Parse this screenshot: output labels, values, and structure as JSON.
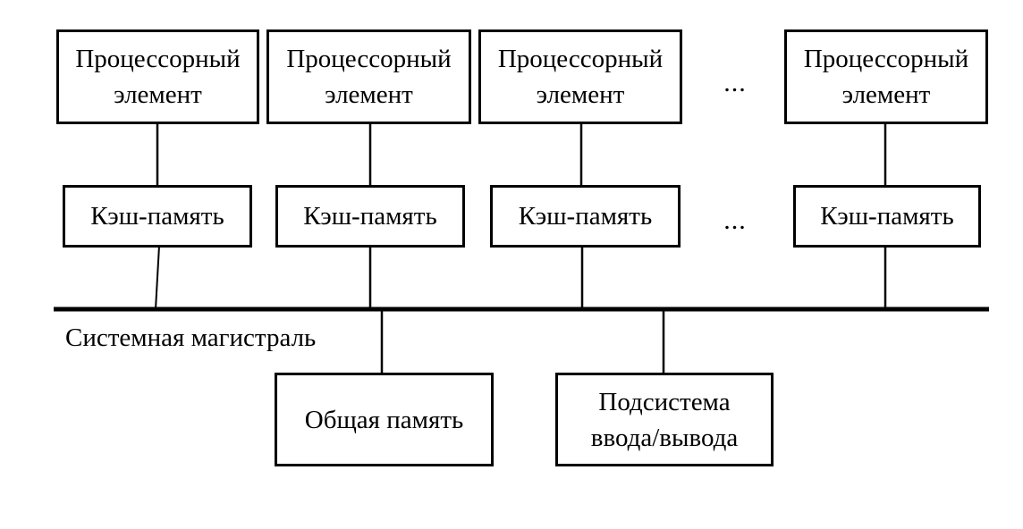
{
  "labels": {
    "processor_line1": "Процессорный",
    "processor_line2": "элемент",
    "cache": "Кэш-память",
    "ellipsis": "...",
    "bus": "Системная магистраль",
    "shared_memory": "Общая память",
    "io_line1": "Подсистема",
    "io_line2": "ввода/вывода"
  },
  "colors": {
    "line": "#000000",
    "text": "#000000",
    "background": "#ffffff"
  }
}
